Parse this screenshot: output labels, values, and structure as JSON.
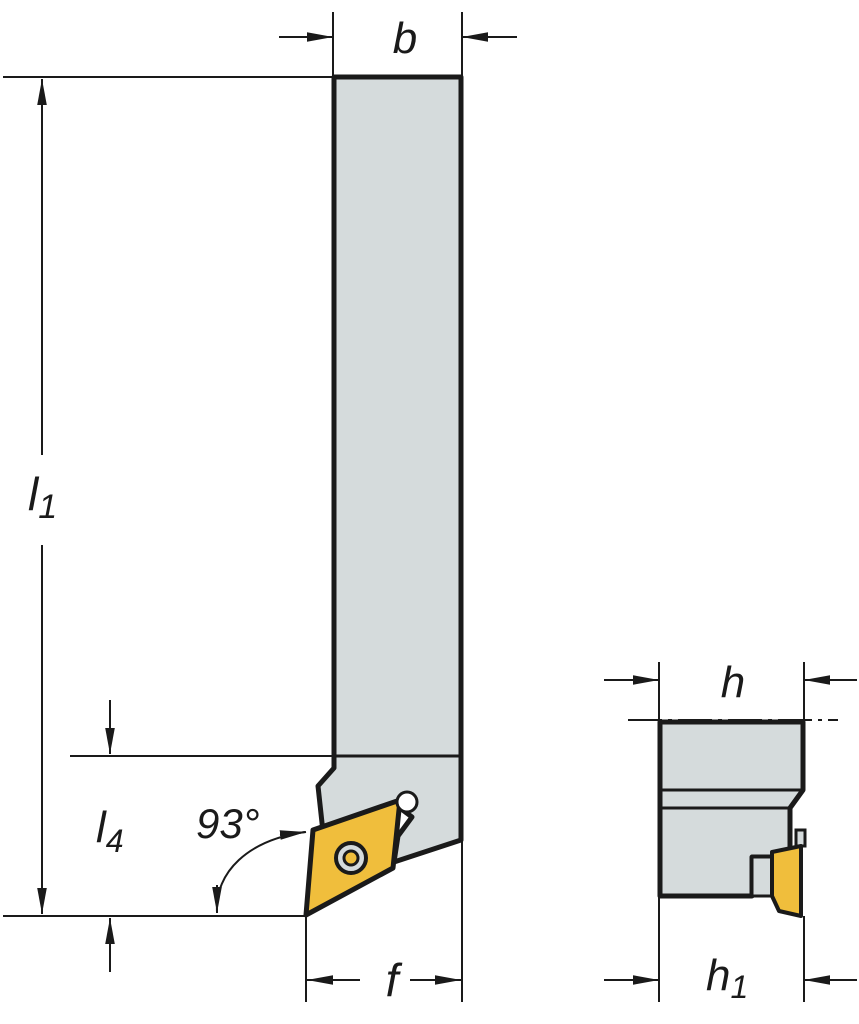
{
  "labels": {
    "b": "b",
    "l1_main": "l",
    "l1_sub": "1",
    "l4_main": "l",
    "l4_sub": "4",
    "angle": "93°",
    "f": "f",
    "h": "h",
    "h1_main": "h",
    "h1_sub": "1"
  },
  "colors": {
    "body": "#d5dbdc",
    "insert": "#f0be3c",
    "outline": "#1a1a1a",
    "dim_line": "#1a1a1a"
  }
}
